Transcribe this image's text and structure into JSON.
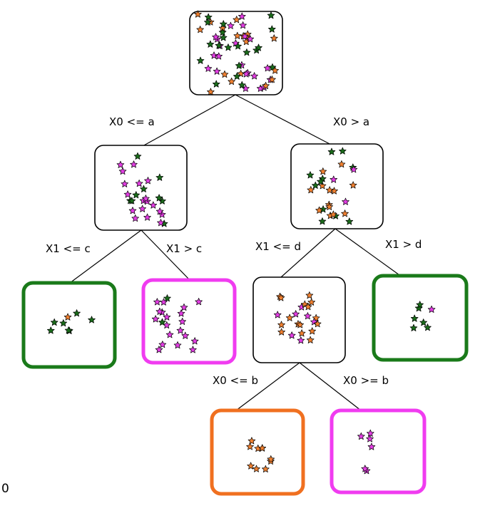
{
  "colors": {
    "green": "#1a6b1a",
    "magenta": "#e33de3",
    "orange": "#f08030",
    "node_border": "#000000",
    "leaf_green_border": "#1a7a1a",
    "leaf_magenta_border": "#f03cf0",
    "leaf_orange_border": "#f07020"
  },
  "edges": {
    "root_left": "X0 <= a",
    "root_right": "X0 > a",
    "left_left": "X1 <= c",
    "left_right": "X1 > c",
    "right_left": "X1 <= d",
    "right_right": "X1 > d",
    "rl_left": "X0 <= b",
    "rl_right": "X0 >= b"
  },
  "corner_label": "0",
  "nodes": {
    "root": {
      "type": "split",
      "counts": {
        "magenta": 22,
        "green": 20,
        "orange": 18
      }
    },
    "left": {
      "type": "split",
      "counts": {
        "magenta": 18,
        "green": 9
      }
    },
    "right": {
      "type": "split",
      "counts": {
        "green": 11,
        "orange": 13,
        "magenta": 3
      }
    },
    "ll": {
      "type": "leaf",
      "class": "green",
      "counts": {
        "green": 7,
        "orange": 1
      }
    },
    "lr": {
      "type": "leaf",
      "class": "magenta",
      "counts": {
        "magenta": 19,
        "green": 2
      }
    },
    "rl": {
      "type": "split",
      "counts": {
        "orange": 16,
        "magenta": 7
      }
    },
    "rr": {
      "type": "leaf",
      "class": "green",
      "counts": {
        "green": 6,
        "magenta": 1
      }
    },
    "rll": {
      "type": "leaf",
      "class": "orange",
      "counts": {
        "orange": 10
      }
    },
    "rlr": {
      "type": "leaf",
      "class": "magenta",
      "counts": {
        "magenta": 6
      }
    }
  }
}
